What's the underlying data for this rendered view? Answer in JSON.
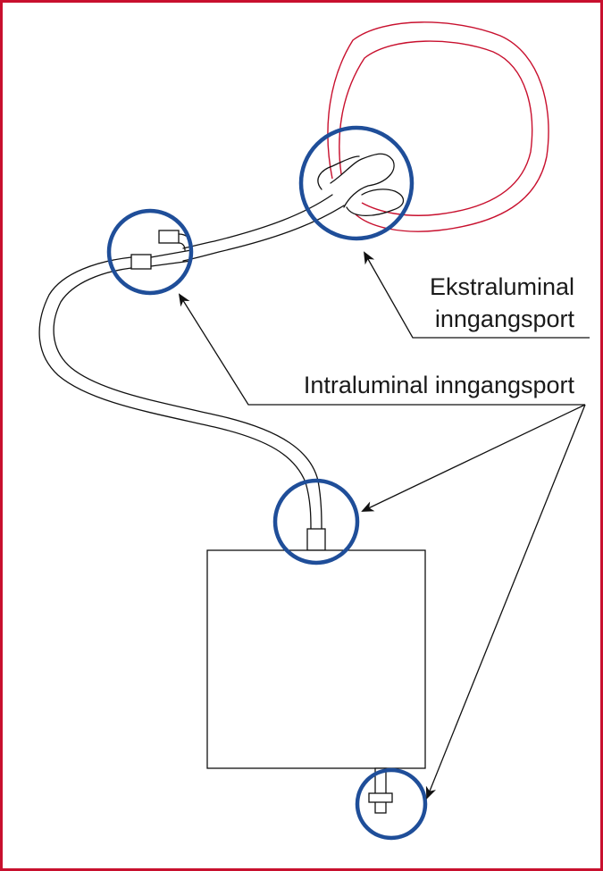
{
  "labels": {
    "extraluminal_line1": "Ekstraluminal",
    "extraluminal_line2": "inngangsport",
    "intraluminal": "Intraluminal inngangsport"
  },
  "colors": {
    "frame": "#c8102e",
    "ring": "#1f4e99",
    "catheter_red": "#c8102e",
    "line": "#111111"
  }
}
